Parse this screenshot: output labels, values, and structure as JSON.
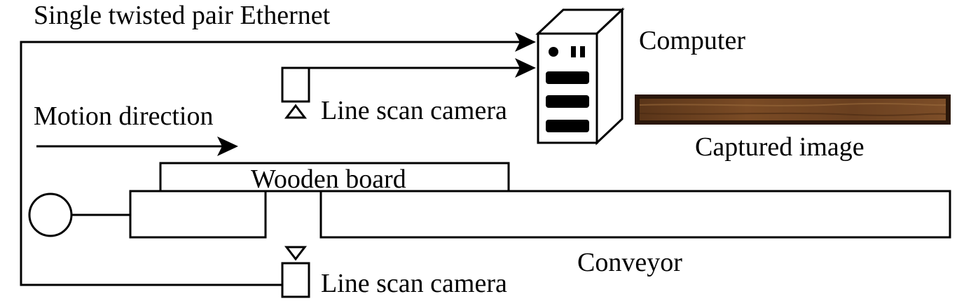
{
  "labels": {
    "ethernet": "Single twisted pair Ethernet",
    "computer": "Computer",
    "top_camera": "Line scan camera",
    "motion": "Motion direction",
    "captured": "Captured image",
    "board": "Wooden board",
    "conveyor": "Conveyor",
    "bottom_camera": "Line scan camera"
  },
  "colors": {
    "line": "#000000",
    "wood_dark": "#3b2412",
    "wood_mid": "#6e4322",
    "wood_light": "#8a5a30"
  }
}
